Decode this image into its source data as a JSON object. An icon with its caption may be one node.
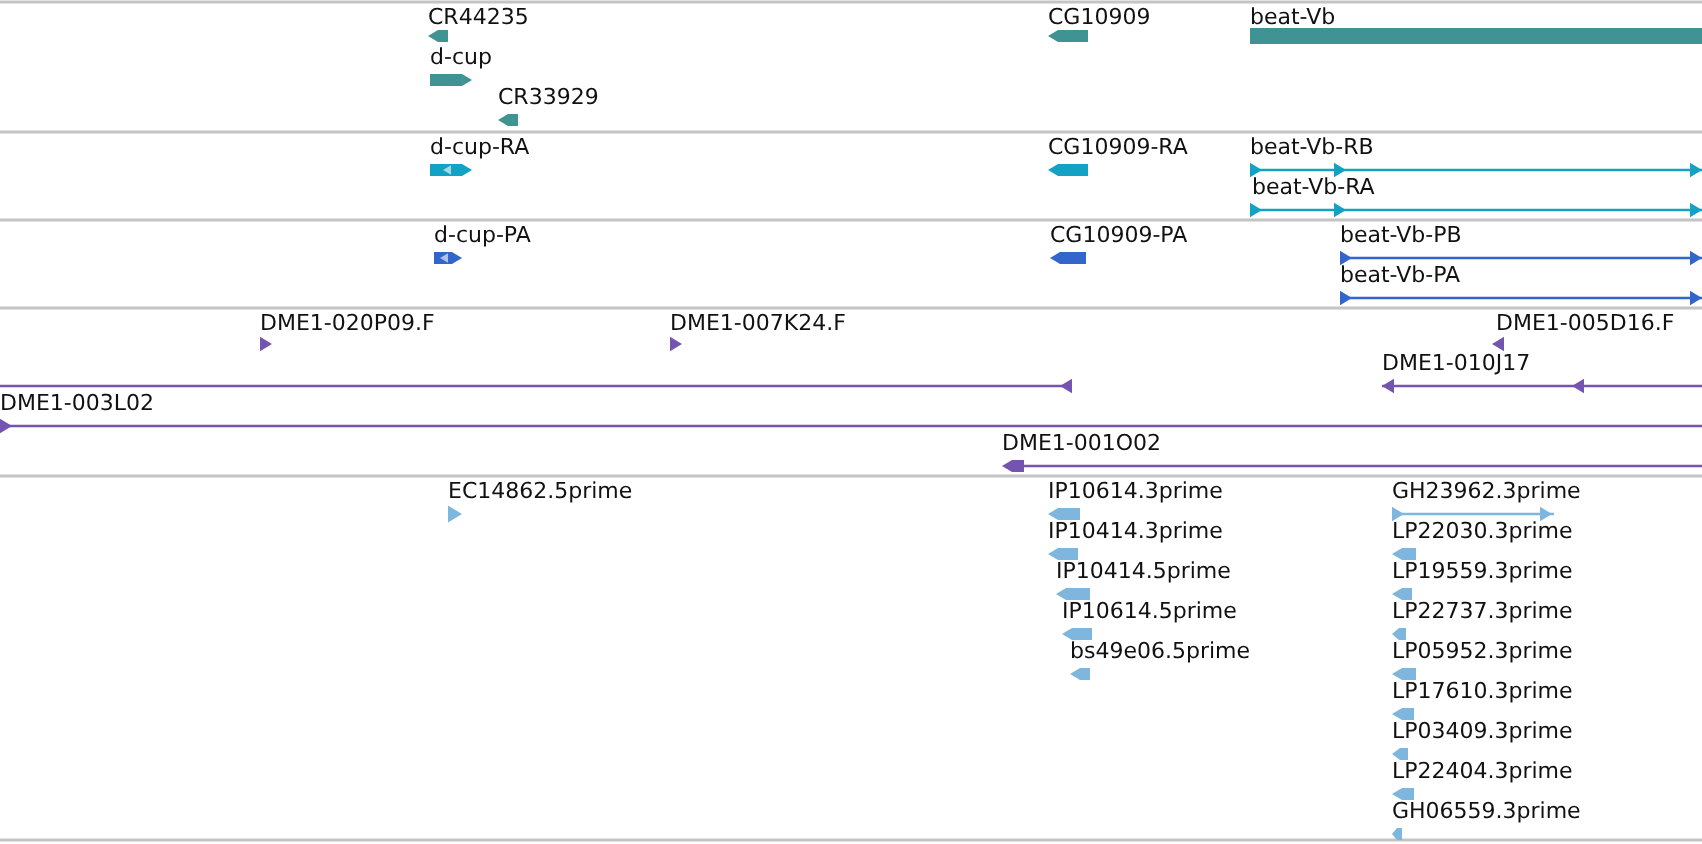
{
  "diagram": {
    "labels": [
      "CR44235",
      "CG10909",
      "beat-Vb",
      "d-cup",
      "CR33929",
      "d-cup-RA",
      "CG10909-RA",
      "beat-Vb-RB",
      "beat-Vb-RA",
      "d-cup-PA",
      "CG10909-PA",
      "beat-Vb-PB",
      "beat-Vb-PA",
      "DME1-020P09.F",
      "DME1-007K24.F",
      "DME1-005D16.F",
      "DME1-010J17",
      "DME1-003L02",
      "DME1-001O02",
      "EC14862.5prime",
      "IP10614.3prime",
      "GH23962.3prime",
      "IP10414.3prime",
      "LP22030.3prime",
      "IP10414.5prime",
      "LP19559.3prime",
      "IP10614.5prime",
      "LP22737.3prime",
      "bs49e06.5prime",
      "LP05952.3prime",
      "LP17610.3prime",
      "LP03409.3prime",
      "LP22404.3prime",
      "GH06559.3prime"
    ]
  }
}
